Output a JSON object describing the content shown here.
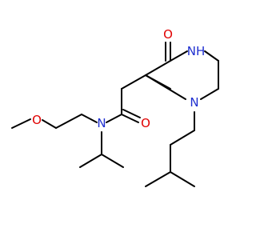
{
  "colors": {
    "background": "#ffffff",
    "bond": "#000000",
    "nitrogen": "#1f2fd0",
    "oxygen": "#e00000"
  },
  "atoms": {
    "o_ether": "O",
    "n_amide": "N",
    "o_amide": "O",
    "n_ring_tertiary": "N",
    "nh_ring": "NH",
    "o_lactam": "O"
  }
}
